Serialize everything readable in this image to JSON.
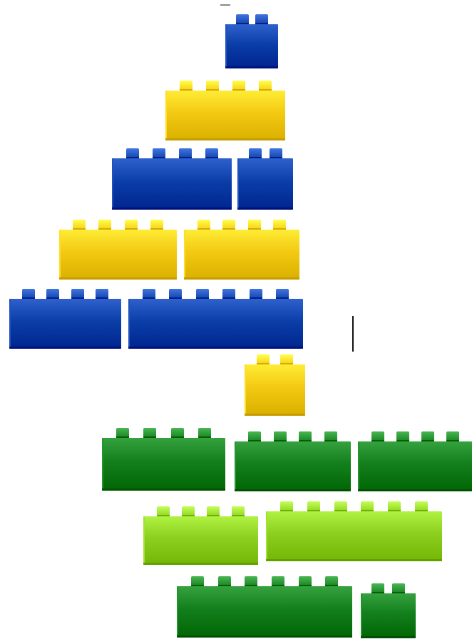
{
  "colors": {
    "blue": "#0b3ea8",
    "yellow": "#f3c912",
    "green": "#137f1c",
    "lime": "#8ccf1f"
  },
  "bricks": [
    {
      "id": "blue-1x2-top",
      "color": "blue",
      "studs": 2
    },
    {
      "id": "yellow-1x4-row2",
      "color": "yellow",
      "studs": 4
    },
    {
      "id": "blue-1x4-row3",
      "color": "blue",
      "studs": 4
    },
    {
      "id": "blue-1x2-row3",
      "color": "blue",
      "studs": 2
    },
    {
      "id": "yellow-1x4-row4-left",
      "color": "yellow",
      "studs": 4
    },
    {
      "id": "yellow-1x4-row4-right",
      "color": "yellow",
      "studs": 4
    },
    {
      "id": "blue-1x4-row5-left",
      "color": "blue",
      "studs": 4
    },
    {
      "id": "blue-1x6-row5-right",
      "color": "blue",
      "studs": 6
    },
    {
      "id": "yellow-1x2-trunk",
      "color": "yellow",
      "studs": 2
    },
    {
      "id": "green-1x4-row7-left",
      "color": "green",
      "studs": 4
    },
    {
      "id": "green-1x4-row7-mid",
      "color": "green",
      "studs": 4
    },
    {
      "id": "green-1x4-row7-right",
      "color": "green",
      "studs": 4
    },
    {
      "id": "lime-1x4-row8-left",
      "color": "lime",
      "studs": 4
    },
    {
      "id": "lime-1x6-row8-right",
      "color": "lime",
      "studs": 6
    },
    {
      "id": "green-1x6-row9",
      "color": "green",
      "studs": 6
    },
    {
      "id": "green-1x2-row9",
      "color": "green",
      "studs": 2
    }
  ]
}
